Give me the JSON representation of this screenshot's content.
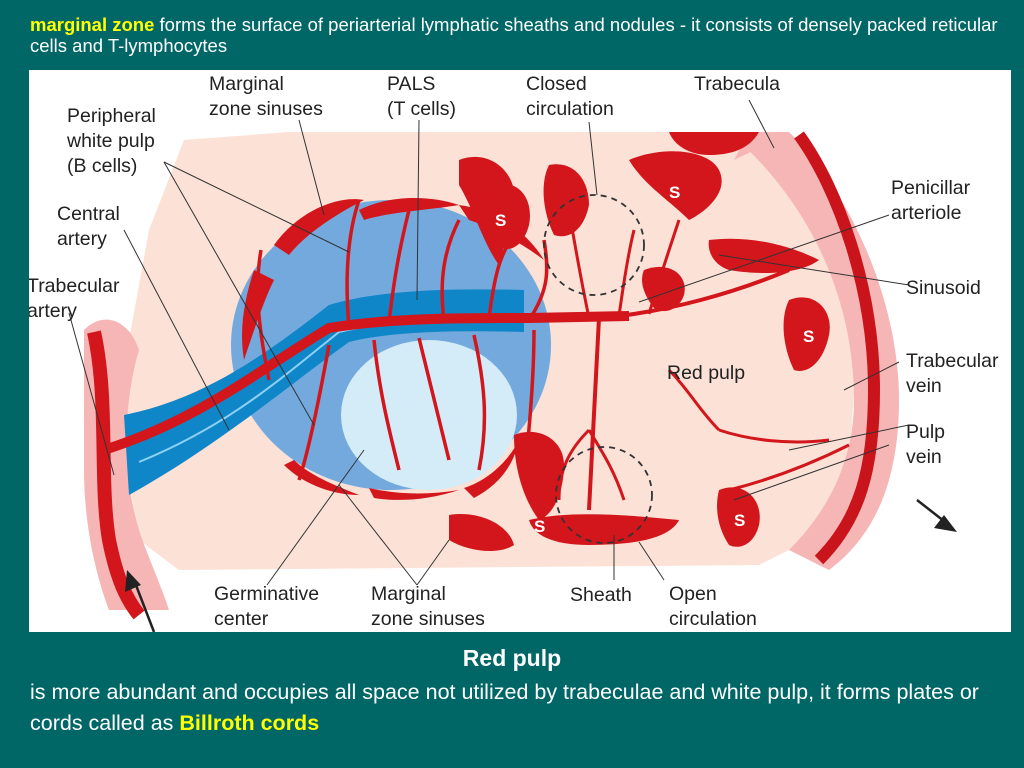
{
  "header": {
    "term": "marginal zone",
    "text": " forms the surface of periarterial lymphatic sheaths and nodules - it consists of densely packed reticular cells and T-lymphocytes"
  },
  "diagram": {
    "labels": {
      "peripheral_white_pulp": [
        "Peripheral",
        "white pulp",
        "(B cells)"
      ],
      "marginal_zone_sinuses_top": [
        "Marginal",
        "zone sinuses"
      ],
      "pals": [
        "PALS",
        "(T cells)"
      ],
      "closed_circulation": [
        "Closed",
        "circulation"
      ],
      "trabecula": "Trabecula",
      "central_artery": [
        "Central",
        "artery"
      ],
      "trabecular_artery": [
        "Trabecular",
        "artery"
      ],
      "penicillar_arteriole": [
        "Penicillar",
        "arteriole"
      ],
      "sinusoid": "Sinusoid",
      "trabecular_vein": [
        "Trabecular",
        "vein"
      ],
      "pulp_vein": [
        "Pulp",
        "vein"
      ],
      "red_pulp": "Red pulp",
      "germinative_center": [
        "Germinative",
        "center"
      ],
      "marginal_zone_sinuses_bottom": [
        "Marginal",
        "zone sinuses"
      ],
      "sheath": "Sheath",
      "open_circulation": [
        "Open",
        "circulation"
      ],
      "sinus_marker": "S"
    }
  },
  "footer": {
    "title": "Red pulp",
    "text": "is more abundant and occupies all space not utilized by trabeculae and white pulp, it forms plates or cords called as ",
    "term": "Billroth cords"
  }
}
